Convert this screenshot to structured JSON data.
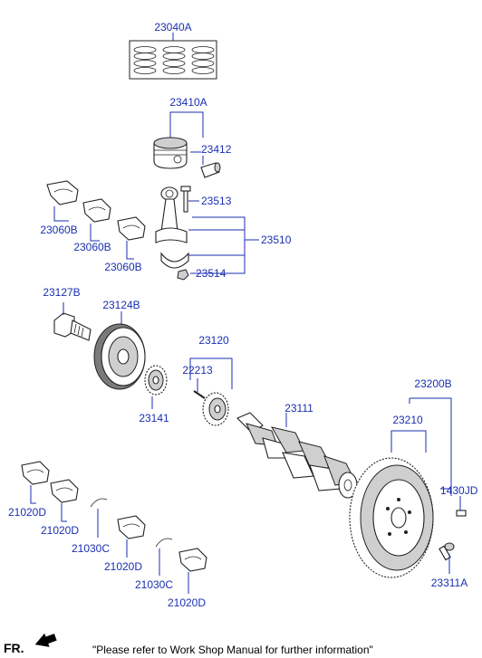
{
  "parts": {
    "p23040A": "23040A",
    "p23410A": "23410A",
    "p23412": "23412",
    "p23513": "23513",
    "p23510": "23510",
    "p23514": "23514",
    "p23060B_1": "23060B",
    "p23060B_2": "23060B",
    "p23060B_3": "23060B",
    "p23127B": "23127B",
    "p23124B": "23124B",
    "p23120": "23120",
    "p22213": "22213",
    "p23141": "23141",
    "p23111": "23111",
    "p23200B": "23200B",
    "p23210": "23210",
    "p1430JD": "1430JD",
    "p23311A": "23311A",
    "p21020D_1": "21020D",
    "p21020D_2": "21020D",
    "p21030C_1": "21030C",
    "p21020D_3": "21020D",
    "p21030C_2": "21030C",
    "p21020D_4": "21020D"
  },
  "footer": {
    "direction": "FR.",
    "note": "\"Please refer to Work Shop Manual for further information\""
  },
  "colors": {
    "label": "#1a2fb0",
    "line": "#222222"
  },
  "icons": {
    "direction": "arrow-icon"
  }
}
